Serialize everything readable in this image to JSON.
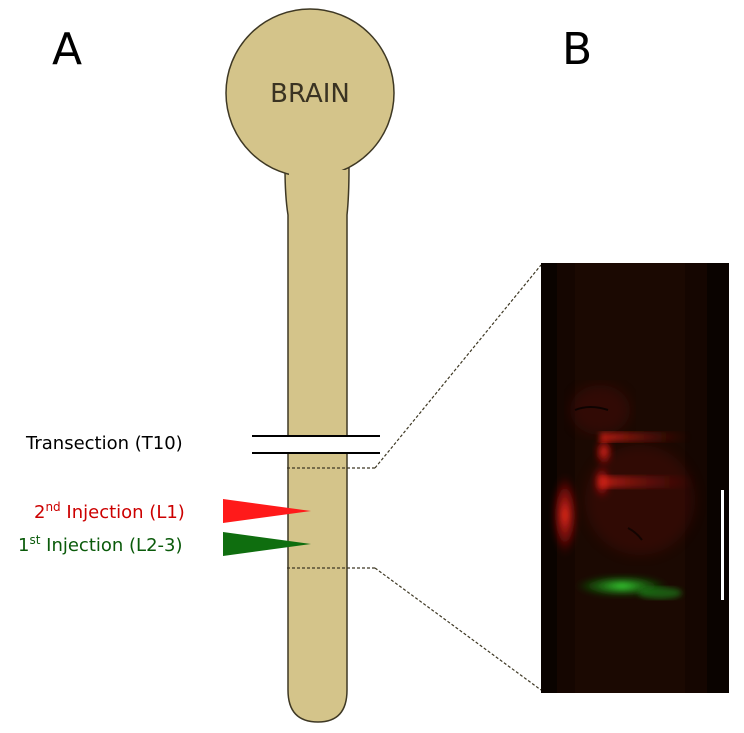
{
  "panels": {
    "a": "A",
    "b": "B"
  },
  "schematic": {
    "brain_label": "BRAIN",
    "transection": {
      "text": "Transection (T10)"
    },
    "injection_2": {
      "num": "2",
      "sup": "nd",
      "text": " Injection (L1)",
      "color": "#cc0000",
      "wedge_color": "#ff1a1a"
    },
    "injection_1": {
      "num": "1",
      "sup": "st",
      "text": "  Injection (L2-3)",
      "color": "#0a5a0a",
      "wedge_color": "#0f6e0f"
    },
    "tissue_color": "#d4c48a",
    "outline_color": "#3e3824"
  },
  "micrograph": {
    "background": "#0a0300",
    "red_label_color": "#e81a1a",
    "green_label_color": "#2ee82e",
    "scale_bar_color": "#ffffff"
  }
}
